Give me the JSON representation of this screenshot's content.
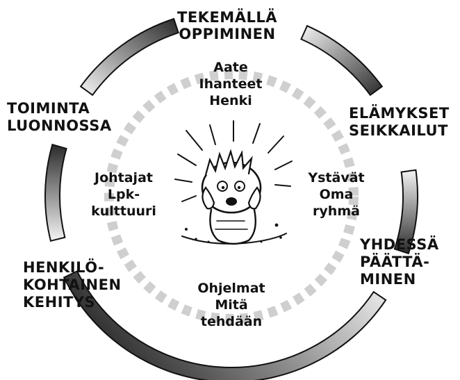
{
  "diagram": {
    "outer_labels": {
      "top": [
        "TEKEMÄLLÄ",
        "OPPIMINEN"
      ],
      "upper_right": [
        "ELÄMYKSET",
        "SEIKKAILUT"
      ],
      "lower_right": [
        "YHDESSÄ",
        "PÄÄTTÄ-",
        "MINEN"
      ],
      "lower_left": [
        "HENKILÖ-",
        "KOHTAINEN",
        "KEHITYS"
      ],
      "upper_left": [
        "TOIMINTA",
        "LUONNOSSA"
      ]
    },
    "inner_labels": {
      "top": [
        "Aate",
        "Ihanteet",
        "Henki"
      ],
      "right": [
        "Ystävät",
        "Oma",
        "ryhmä"
      ],
      "bottom": [
        "Ohjelmat",
        "Mitä",
        "tehdään"
      ],
      "left": [
        "Johtajat",
        "Lpk-",
        "kulttuuri"
      ]
    },
    "center_image": "cartoon-scout-character",
    "colors": {
      "arc_dark": "#2b2b2b",
      "arc_light": "#f2f2f2",
      "dashed_ring": "#cfcfcf",
      "text": "#111111"
    }
  }
}
